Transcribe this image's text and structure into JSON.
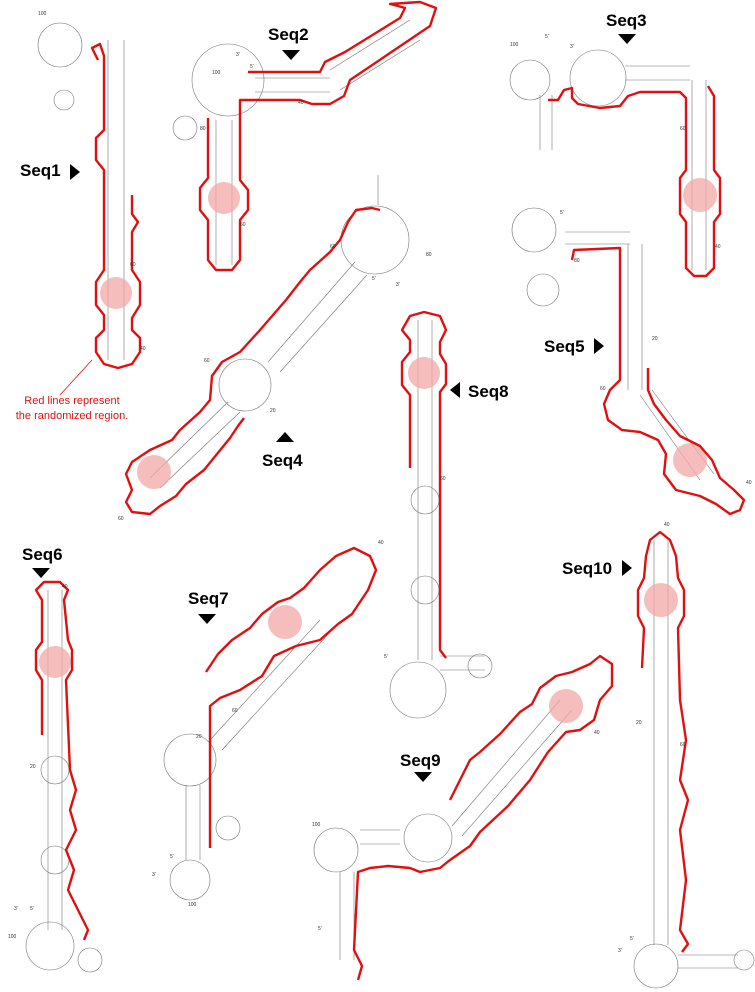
{
  "note": {
    "line1": "Red lines represent",
    "line2": "the randomized region."
  },
  "labels": {
    "seq1": "Seq1",
    "seq2": "Seq2",
    "seq3": "Seq3",
    "seq4": "Seq4",
    "seq5": "Seq5",
    "seq6": "Seq6",
    "seq7": "Seq7",
    "seq8": "Seq8",
    "seq9": "Seq9",
    "seq10": "Seq10"
  },
  "position_markers": [
    "5'",
    "3'",
    "20",
    "40",
    "60",
    "80",
    "100"
  ],
  "colors": {
    "randomized_region": "#e01010",
    "highlight": "#f3a7a7",
    "base_pair": "#7aa8d8"
  }
}
